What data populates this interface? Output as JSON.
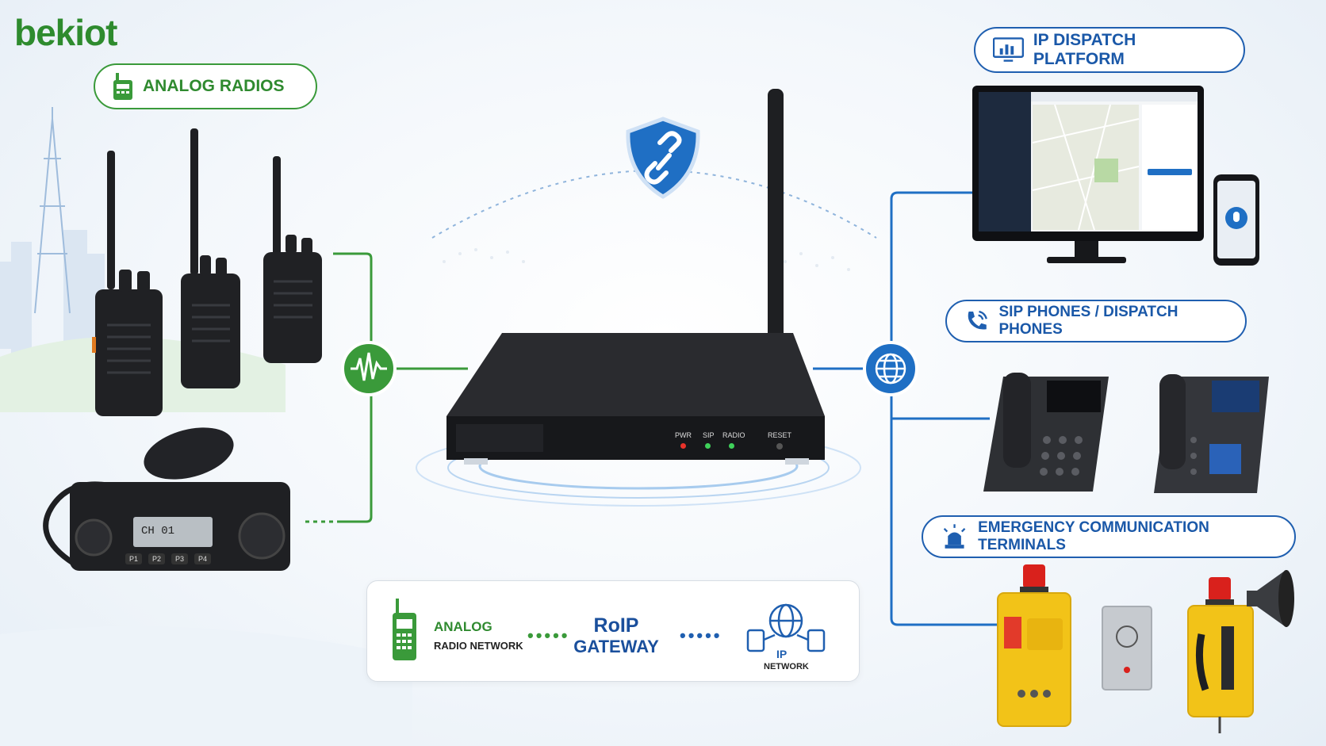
{
  "brand": {
    "logo_text": "bekiot"
  },
  "left": {
    "label": "ANALOG RADIOS",
    "mobile_radio": {
      "display": "CH 01",
      "keys": [
        "P1",
        "P2",
        "P3",
        "P4"
      ]
    }
  },
  "gateway": {
    "leds": [
      "PWR",
      "SIP",
      "RADIO"
    ],
    "reset": "RESET"
  },
  "right": {
    "dispatch_label": "IP DISPATCH PLATFORM",
    "sip_label": "SIP PHONES / DISPATCH PHONES",
    "emergency_label": "EMERGENCY COMMUNICATION TERMINALS"
  },
  "legend": {
    "analog_title": "ANALOG",
    "analog_sub": "RADIO NETWORK",
    "gateway_line1": "RoIP",
    "gateway_line2": "GATEWAY",
    "ip_title": "IP",
    "ip_sub": "NETWORK"
  },
  "colors": {
    "green": "#3a9a3a",
    "blue": "#1f5fb0",
    "device": "#1e1f22",
    "beacon": "#d9211c",
    "yellow": "#f2c318"
  }
}
